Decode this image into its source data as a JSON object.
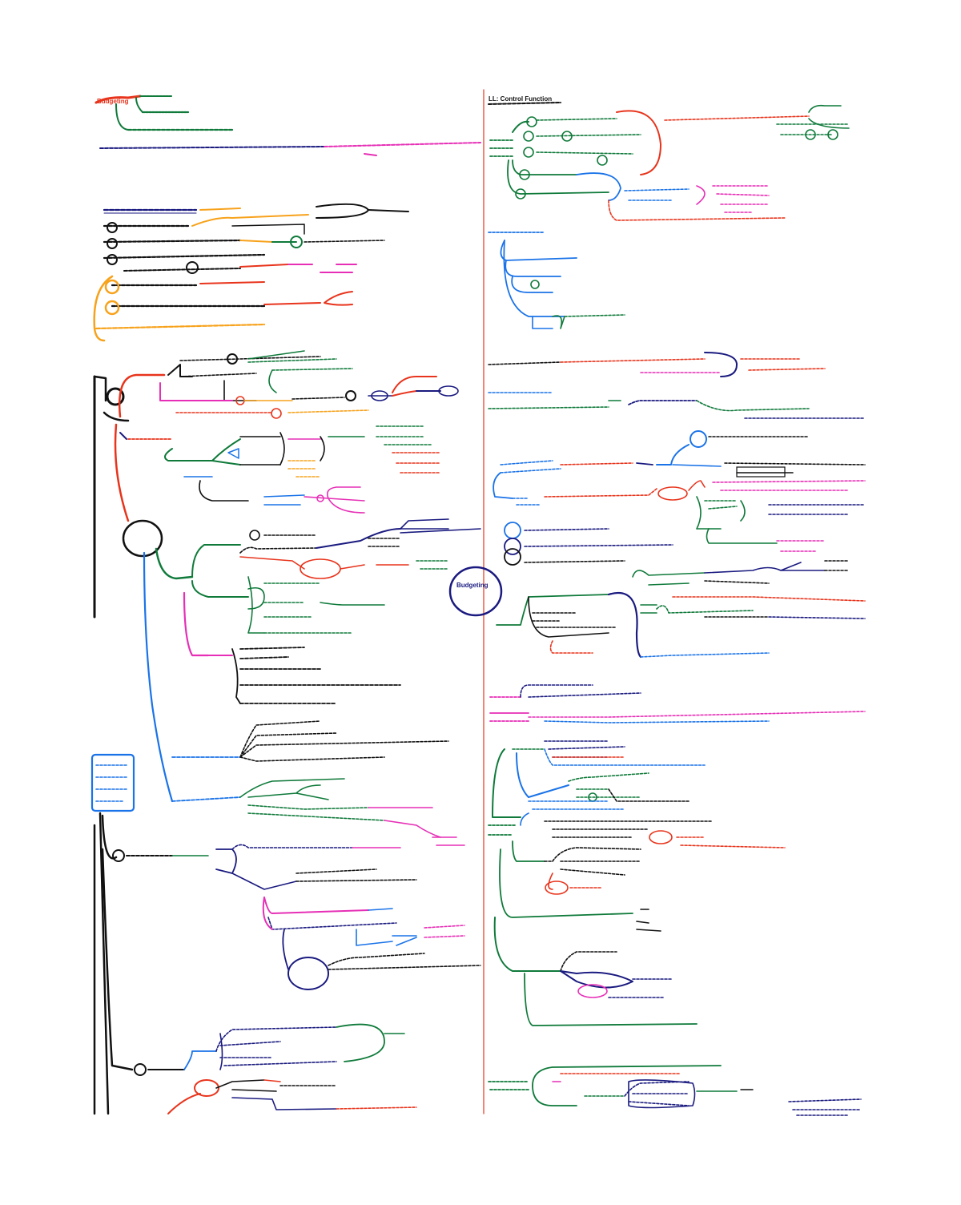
{
  "colors": {
    "red": "#e8341c",
    "green": "#0f7a3a",
    "blue": "#1a73e8",
    "navy": "#1a1a80",
    "orange": "#f7a21b",
    "magenta": "#e62fb6",
    "black": "#111111"
  },
  "left": {
    "budgeting": "Budgeting",
    "ll_title": "LL: Control Function",
    "center_node": "Budgeting"
  }
}
